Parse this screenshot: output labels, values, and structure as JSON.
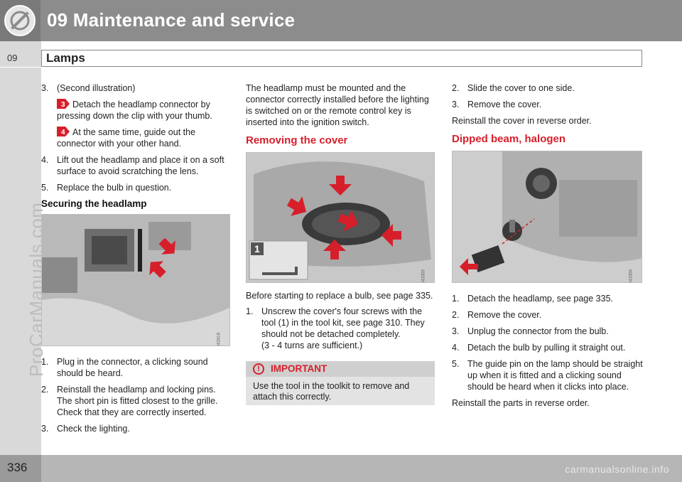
{
  "header": {
    "title": "09 Maintenance and service"
  },
  "side_tab": {
    "chapter": "09"
  },
  "section": {
    "title": "Lamps"
  },
  "watermark": "ProCarManuals.com",
  "footer": {
    "page_number": "336",
    "watermark": "carmanualsonline.info"
  },
  "colors": {
    "accent_red": "#d61f2a",
    "header_gray": "#8c8c8c",
    "tab_gray": "#d9d9d9"
  },
  "left": {
    "item3_num": "3.",
    "item3_text": "(Second illustration)",
    "sub1_badge": "3",
    "sub1_text": "Detach the headlamp connector by pressing down the clip with your thumb.",
    "sub2_badge": "4",
    "sub2_text": "At the same time, guide out the connector with your other hand.",
    "item4_num": "4.",
    "item4_text": "Lift out the headlamp and place it on a soft surface to avoid scratching the lens.",
    "item5_num": "5.",
    "item5_text": "Replace the bulb in question.",
    "heading": "Securing the headlamp",
    "photo_code": "G043418",
    "steps": [
      {
        "num": "1.",
        "text": "Plug in the connector, a clicking sound should be heard."
      },
      {
        "num": "2.",
        "text": "Reinstall the headlamp and locking pins. The short pin is fitted closest to the grille. Check that they are correctly inserted."
      },
      {
        "num": "3.",
        "text": "Check the lighting."
      }
    ]
  },
  "middle": {
    "intro": "The headlamp must be mounted and the connector correctly installed before the lighting is switched on or the remote control key is inserted into the ignition switch.",
    "heading": "Removing the cover",
    "photo_code": "G043355",
    "tool_label": "1",
    "para": "Before starting to replace a bulb, see page 335.",
    "step1_num": "1.",
    "step1_text": "Unscrew the cover's four screws with the tool (1) in the tool kit, see page 310. They should not be detached completely.",
    "step1_note": "(3 - 4 turns are sufficient.)",
    "important_title": "IMPORTANT",
    "important_icon": "!",
    "important_text": "Use the tool in the toolkit to remove and attach this correctly."
  },
  "right": {
    "steps_top": [
      {
        "num": "2.",
        "text": "Slide the cover to one side."
      },
      {
        "num": "3.",
        "text": "Remove the cover."
      }
    ],
    "reinstall_cover": "Reinstall the cover in reverse order.",
    "heading": "Dipped beam, halogen",
    "photo_code": "G043358",
    "steps": [
      {
        "num": "1.",
        "text": "Detach the headlamp, see page 335."
      },
      {
        "num": "2.",
        "text": "Remove the cover."
      },
      {
        "num": "3.",
        "text": "Unplug the connector from the bulb."
      },
      {
        "num": "4.",
        "text": "Detach the bulb by pulling it straight out."
      },
      {
        "num": "5.",
        "text": "The guide pin on the lamp should be straight up when it is fitted and a clicking sound should be heard when it clicks into place."
      }
    ],
    "reinstall_parts": "Reinstall the parts in reverse order."
  }
}
